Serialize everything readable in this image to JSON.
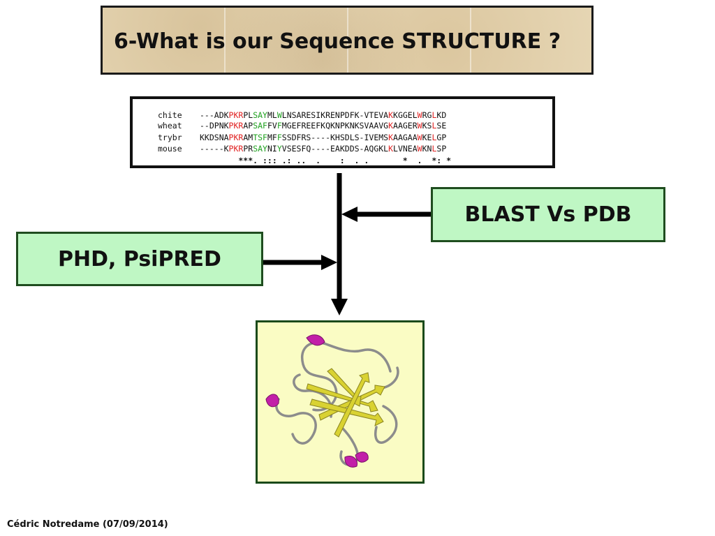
{
  "slide": {
    "title": "6-What is our Sequence STRUCTURE ?",
    "footer": "Cédric Notredame (07/09/2014)"
  },
  "alignment": {
    "rows": [
      {
        "name": "chite",
        "segments": [
          {
            "t": "---ADK",
            "c": ""
          },
          {
            "t": "PKR",
            "c": "r"
          },
          {
            "t": "PL",
            "c": ""
          },
          {
            "t": "SAY",
            "c": "g"
          },
          {
            "t": "ML",
            "c": ""
          },
          {
            "t": "W",
            "c": "g"
          },
          {
            "t": "LNSARESIKRENPDFK-VTEVA",
            "c": ""
          },
          {
            "t": "K",
            "c": "r"
          },
          {
            "t": "KGGEL",
            "c": ""
          },
          {
            "t": "W",
            "c": "r"
          },
          {
            "t": "RG",
            "c": ""
          },
          {
            "t": "L",
            "c": "r"
          },
          {
            "t": "KD",
            "c": ""
          }
        ]
      },
      {
        "name": "wheat",
        "segments": [
          {
            "t": "--DPNK",
            "c": ""
          },
          {
            "t": "PKR",
            "c": "r"
          },
          {
            "t": "AP",
            "c": ""
          },
          {
            "t": "SAF",
            "c": "g"
          },
          {
            "t": "FV",
            "c": ""
          },
          {
            "t": "F",
            "c": "g"
          },
          {
            "t": "MGEFREEFKQKNPKNKSVAAVG",
            "c": ""
          },
          {
            "t": "K",
            "c": "r"
          },
          {
            "t": "AAGER",
            "c": ""
          },
          {
            "t": "W",
            "c": "r"
          },
          {
            "t": "KS",
            "c": ""
          },
          {
            "t": "L",
            "c": "r"
          },
          {
            "t": "SE",
            "c": ""
          }
        ]
      },
      {
        "name": "trybr",
        "segments": [
          {
            "t": "KKDSNA",
            "c": ""
          },
          {
            "t": "PKR",
            "c": "r"
          },
          {
            "t": "AM",
            "c": ""
          },
          {
            "t": "TSF",
            "c": "g"
          },
          {
            "t": "MF",
            "c": ""
          },
          {
            "t": "F",
            "c": "g"
          },
          {
            "t": "SSDFRS----KHSDLS-IVEMS",
            "c": ""
          },
          {
            "t": "K",
            "c": "r"
          },
          {
            "t": "AAGAA",
            "c": ""
          },
          {
            "t": "W",
            "c": "r"
          },
          {
            "t": "KE",
            "c": ""
          },
          {
            "t": "L",
            "c": "r"
          },
          {
            "t": "GP",
            "c": ""
          }
        ]
      },
      {
        "name": "mouse",
        "segments": [
          {
            "t": "-----K",
            "c": ""
          },
          {
            "t": "PKR",
            "c": "r"
          },
          {
            "t": "PR",
            "c": ""
          },
          {
            "t": "SAY",
            "c": "g"
          },
          {
            "t": "NI",
            "c": ""
          },
          {
            "t": "Y",
            "c": "g"
          },
          {
            "t": "VSESFQ----EAKDDS-AQGKL",
            "c": ""
          },
          {
            "t": "K",
            "c": "r"
          },
          {
            "t": "LVNEA",
            "c": ""
          },
          {
            "t": "W",
            "c": "r"
          },
          {
            "t": "KN",
            "c": ""
          },
          {
            "t": "L",
            "c": "r"
          },
          {
            "t": "SP",
            "c": ""
          }
        ]
      }
    ],
    "consensus": "        ***. ::: .: ..  .    :  . .       *  .  *: *"
  },
  "boxes": {
    "blast_label": "BLAST Vs PDB",
    "phd_label": "PHD, PsiPRED"
  },
  "colors": {
    "conserved_red": "#e02020",
    "conserved_green": "#1fa01f",
    "box_green": "#bff7c4",
    "structure_bg": "#fafcc4",
    "strand_yellow": "#d9d232",
    "helix_magenta": "#c21fa8"
  }
}
